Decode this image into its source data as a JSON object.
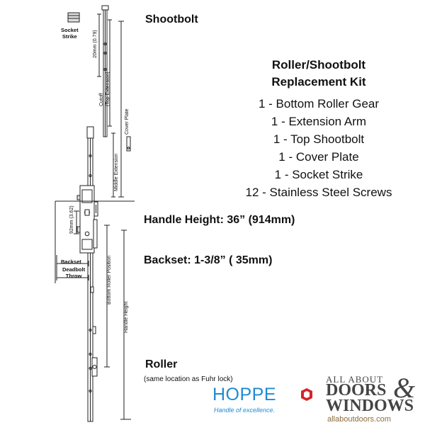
{
  "labels": {
    "shootbolt": "Shootbolt",
    "socket_strike": "Socket\nStrike",
    "dim_20mm": "20mm (0.79)",
    "cutoff": "Cutoff\n(Top Extension)",
    "cover_plate": "Cover Plate",
    "middle_extension": "Middle Extension",
    "dim_92mm": "92mm (3.62)",
    "backset": "Backset",
    "deadbolt_throw": "Deadbolt\nThrow",
    "bottom_roller_position": "Bottom Roller Position",
    "handle_height_vert": "Handle Height",
    "handle_height": "Handle Height: 36” (914mm)",
    "backset_value": "Backset: 1-3/8” ( 35mm)",
    "roller": "Roller",
    "roller_note": "(same location as Fuhr lock)"
  },
  "kit": {
    "title_line1": "Roller/Shootbolt",
    "title_line2": "Replacement Kit",
    "items": [
      "1 - Bottom Roller Gear",
      "1 - Extension Arm",
      "1 - Top Shootbolt",
      "1 - Cover Plate",
      "1 - Socket Strike",
      "12 - Stainless Steel Screws"
    ]
  },
  "branding": {
    "hoppe_name": "HOPPE",
    "hoppe_tagline": "Handle of excellence.",
    "store_line1": "ALL ABOUT",
    "store_line2": "DOORS",
    "store_amp": "&",
    "store_line3": "WINDOWS",
    "store_url": "allaboutdoors.com",
    "hoppe_color": "#1f8bd0",
    "store_color": "#444444"
  }
}
